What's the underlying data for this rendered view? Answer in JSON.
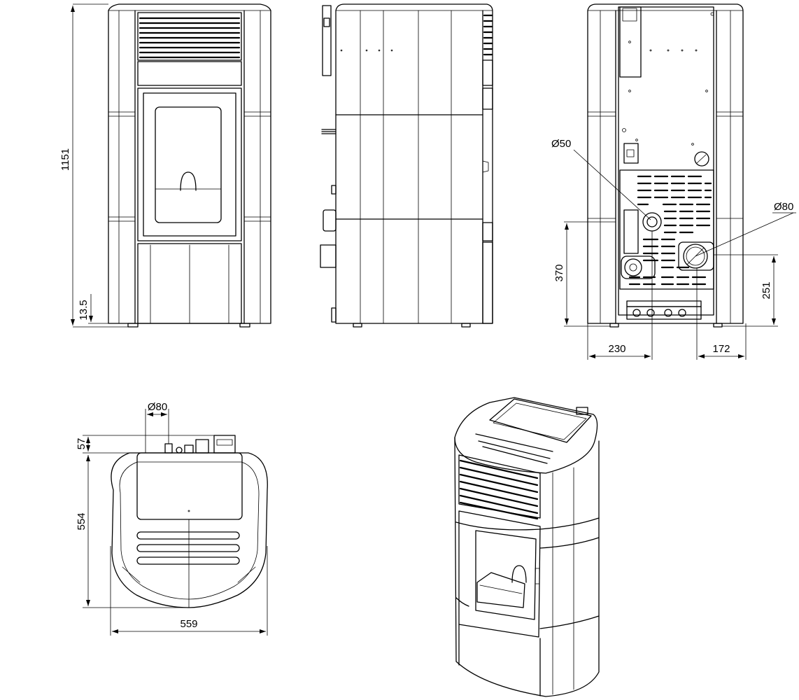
{
  "views": {
    "front": "front-view",
    "side": "side-view",
    "back": "rear-view",
    "top": "top-view",
    "perspective": "isometric-view"
  },
  "dimensions": {
    "total_height": "1151",
    "foot_height": "13.5",
    "flue_diameter_small": "Ø50",
    "flue_diameter_large": "Ø80",
    "flue_height_small": "370",
    "flue_height_large": "251",
    "flue_offset_left": "230",
    "flue_offset_right": "172",
    "top_flue_diameter": "Ø80",
    "top_offset": "57",
    "depth": "554",
    "width": "559"
  },
  "colors": {
    "line": "#000000",
    "background": "#ffffff"
  }
}
